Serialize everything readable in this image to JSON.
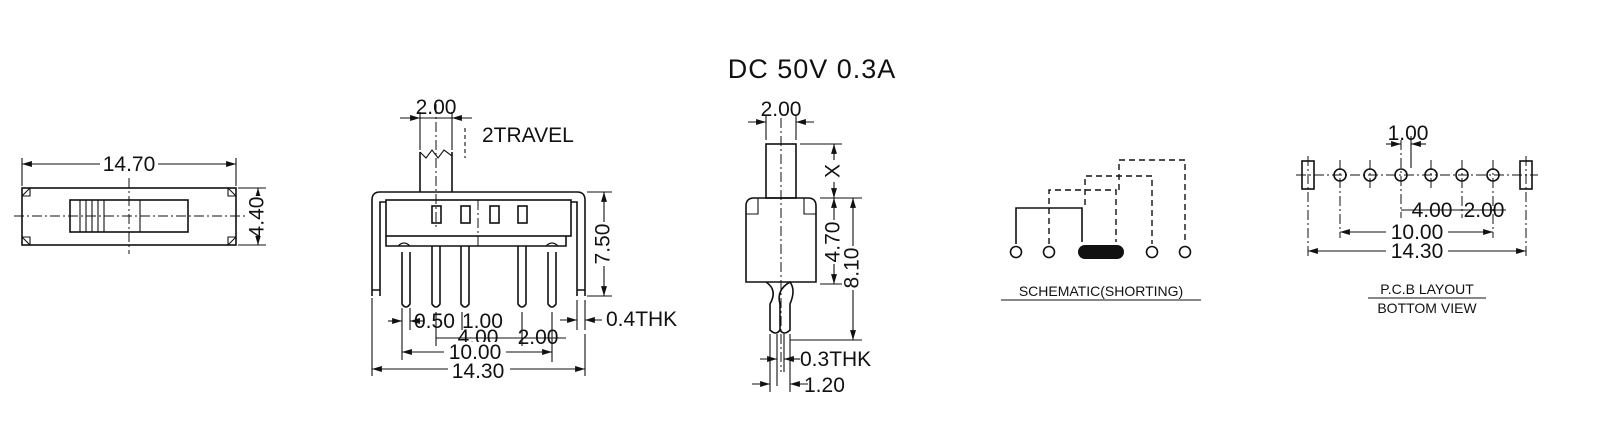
{
  "title": "DC  50V  0.3A",
  "top_view": {
    "width": "14.70",
    "height": "4.40"
  },
  "front_view": {
    "actuator": "2.00",
    "travel": "2TRAVEL",
    "height": "7.50",
    "pin_width": "0.50",
    "pitch": "1.00",
    "thickness": "0.4THK",
    "spacing_a": "4.00",
    "spacing_b": "2.00",
    "span_inner": "10.00",
    "span_outer": "14.30"
  },
  "side_view": {
    "actuator": "2.00",
    "x_label": "X",
    "body": "4.70",
    "total": "8.10",
    "thickness": "0.3THK",
    "pin": "1.20"
  },
  "schematic": {
    "label": "SCHEMATIC(SHORTING)"
  },
  "pcb": {
    "pitch": "1.00",
    "spacing_a": "4.00",
    "spacing_b": "2.00",
    "span_inner": "10.00",
    "span_outer": "14.30",
    "label_1": "P.C.B LAYOUT",
    "label_2": "BOTTOM VIEW"
  }
}
